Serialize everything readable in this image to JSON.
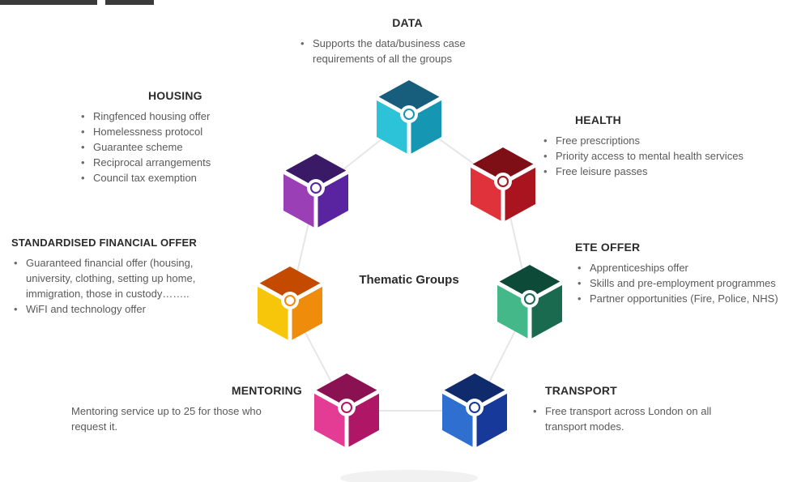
{
  "center_title": "Thematic Groups",
  "groups": {
    "data": {
      "heading": "DATA",
      "items": [
        "Supports the data/business case requirements of all the groups"
      ],
      "color": "#1bb1cc"
    },
    "health": {
      "heading": "HEALTH",
      "items": [
        "Free prescriptions",
        "Priority access to mental health services",
        "Free leisure passes"
      ],
      "color": "#c8232d"
    },
    "ete": {
      "heading": "ETE OFFER",
      "items": [
        "Apprenticeships offer",
        "Skills and pre-employment programmes",
        "Partner opportunities (Fire, Police, NHS)"
      ],
      "color": "#1f8a63"
    },
    "transport": {
      "heading": "TRANSPORT",
      "items": [
        "Free transport across London on all transport modes."
      ],
      "color": "#1c4aa8"
    },
    "mentoring": {
      "heading": "MENTORING",
      "text": "Mentoring service up to 25 for those who request it.",
      "color": "#d21f7c"
    },
    "financial": {
      "heading": "STANDARDISED FINANCIAL OFFER",
      "items": [
        "Guaranteed financial offer (housing, university, clothing, setting up home, immigration, those in custody……..",
        "WiFI and technology offer"
      ],
      "color": "#f2b705"
    },
    "housing": {
      "heading": "HOUSING",
      "items": [
        "Ringfenced housing offer",
        "Homelessness protocol",
        "Guarantee scheme",
        "Reciprocal arrangements",
        "Council tax exemption"
      ],
      "color": "#6b2a9e"
    }
  },
  "cubes": [
    {
      "key": "data",
      "top": "#175d7c",
      "left": "#2cc3d8",
      "right": "#1597b3",
      "icon": "person-target-icon"
    },
    {
      "key": "health",
      "top": "#7e0f16",
      "left": "#e0323a",
      "right": "#a9141f",
      "icon": "stopwatch-icon"
    },
    {
      "key": "ete",
      "top": "#0d4a38",
      "left": "#45b88a",
      "right": "#1a6a50",
      "icon": "lightbulb-icon"
    },
    {
      "key": "transport",
      "top": "#0f2b6c",
      "left": "#2f6fd0",
      "right": "#16399a",
      "icon": "fingerprint-icon"
    },
    {
      "key": "mentoring",
      "top": "#8a1252",
      "left": "#e43c95",
      "right": "#b01666",
      "icon": "headset-icon"
    },
    {
      "key": "financial",
      "top": "#c44a00",
      "left": "#f7c60a",
      "right": "#ef8c0c",
      "icon": "dollar-head-icon"
    },
    {
      "key": "housing",
      "top": "#3a1a66",
      "left": "#9a3fb6",
      "right": "#5a23a0",
      "icon": "gear-head-icon"
    }
  ]
}
